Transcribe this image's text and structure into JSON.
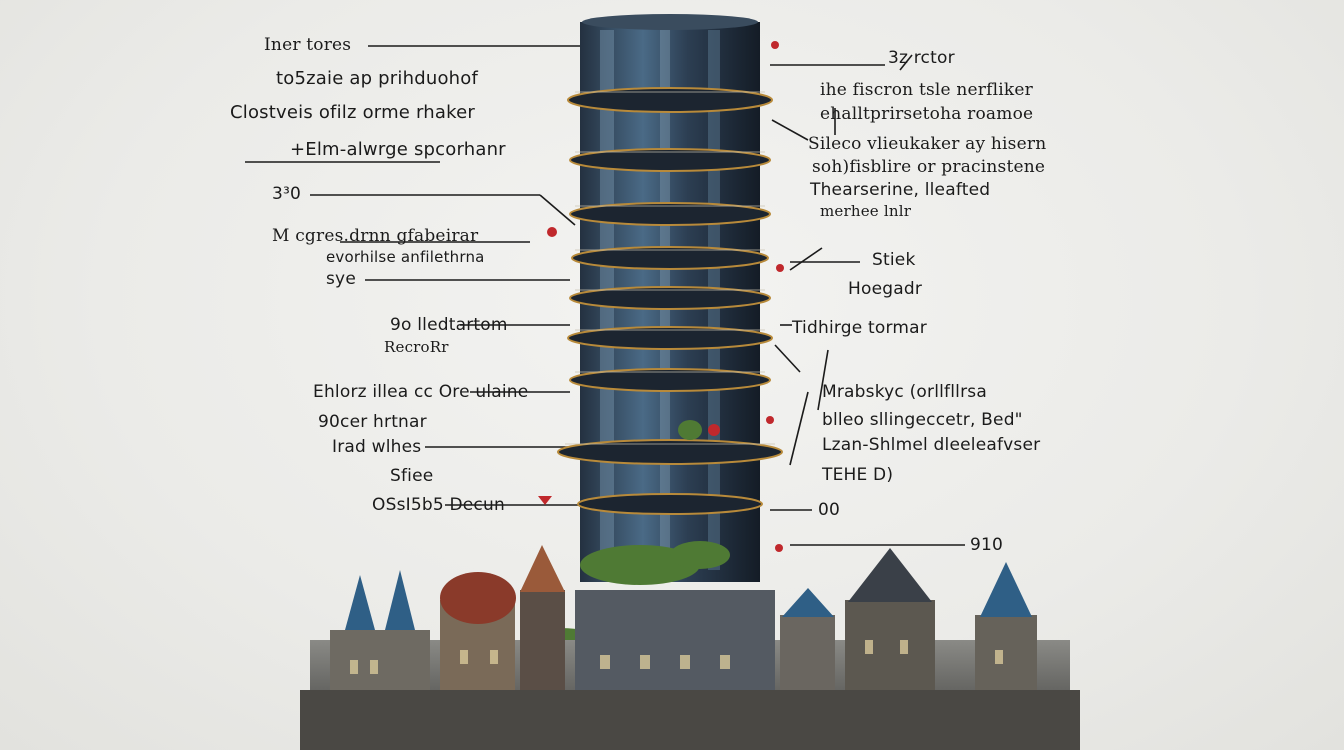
{
  "colors": {
    "background": "#ececea",
    "ink": "#1b1b1b",
    "tower_dark": "#1f2a36",
    "tower_blue": "#3b5a78",
    "balcony_gold": "#b88a3a",
    "accent_red": "#c0282c",
    "foliage": "#4f7a34",
    "roof_blue": "#2f5f86"
  },
  "labels_left": [
    "Iner tores",
    "to5zaie ap prihduohof",
    "Clostveis ofilz orme rhaker",
    "+Elm-alwrge spcorhanr",
    "3³0",
    "M cgres.drnn gfabeirar",
    "evorhilse anfilethrna",
    "sye",
    "9o lledtartom",
    "RecroRr",
    "Ehlorz illea cc Ore ulaine",
    "90cer hrtnar",
    "Irad wlhes",
    "Sfiee",
    "OSsI5b5 Decun"
  ],
  "labels_right": [
    "3z rctor",
    "ihe fiscron tsle nerfliker",
    "ehalltprirsetoha roamoe",
    "Sileco vlieukaker ay hisern",
    "soh)fisblire or pracinstene",
    "Thearserine, lleafted",
    "merhee lnlr",
    "Stiek",
    "Hoegadr",
    "Tidhirge tormar",
    "Mrabskyc (orllfllrsa",
    "blleo sllingeccetr, Bed\"",
    "Lzan-Shlmel dleeleafvser",
    "TEHE D)",
    "00",
    "910"
  ]
}
